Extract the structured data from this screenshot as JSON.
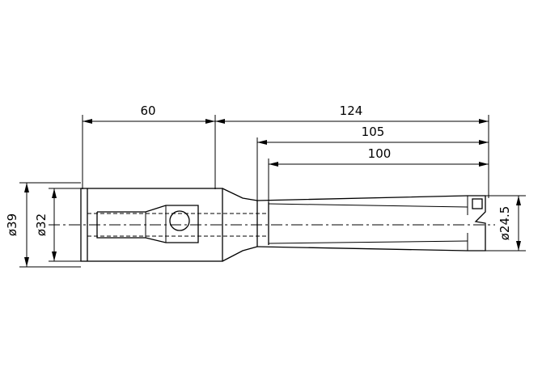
{
  "dimensions": {
    "shank_length": "60",
    "overall_length": "124",
    "length_105": "105",
    "length_100": "100",
    "flange_diameter": "ø39",
    "shank_diameter": "ø32",
    "tip_diameter": "ø24.5"
  }
}
